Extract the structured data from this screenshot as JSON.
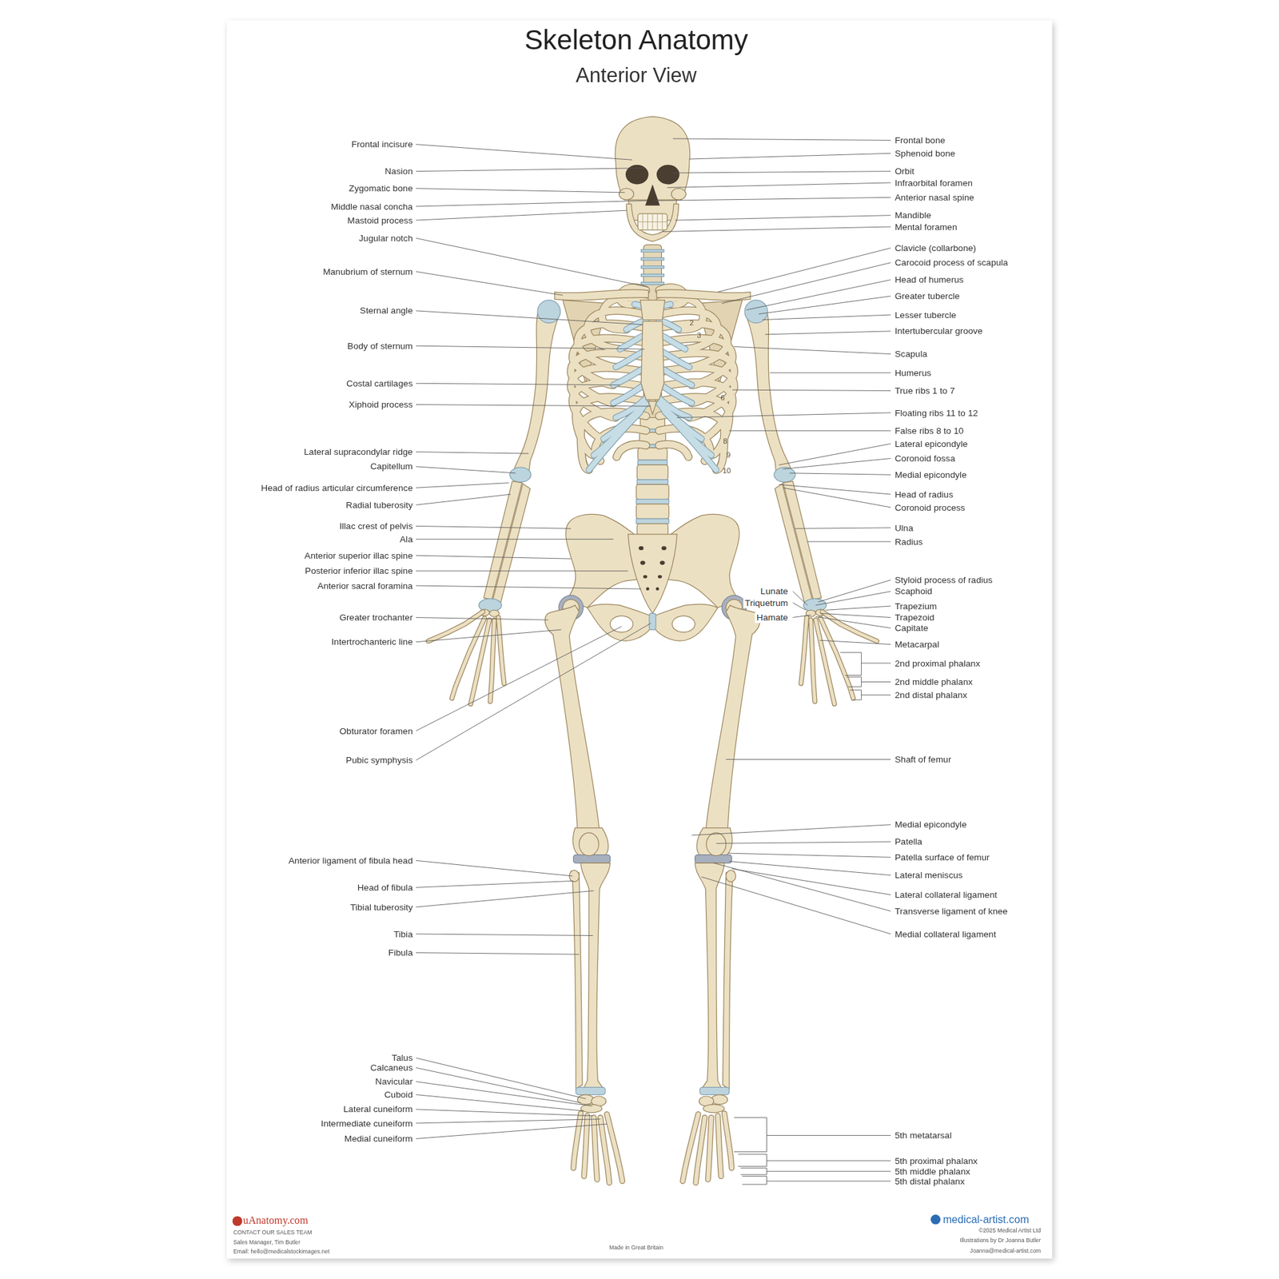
{
  "diagram": {
    "title": "Skeleton Anatomy",
    "labels": [
      "Anterior View",
      "Frontal incisure",
      "Nasion",
      "Zygomatic bone",
      "Middle nasal concha",
      "Mastoid process",
      "Jugular notch",
      "Manubrium of sternum",
      "Sternal angle",
      "Body of sternum",
      "Costal cartilages",
      "Xiphoid process",
      "Lateral supracondylar ridge",
      "Capitellum",
      "Head of radius articular circumference",
      "Radial tuberosity",
      "Illac crest of pelvis",
      "Ala",
      "Anterior superior illac spine",
      "Posterior inferior illac spine",
      "Anterior sacral foramina",
      "Greater trochanter",
      "Intertrochanteric line",
      "Obturator foramen",
      "Pubic symphysis",
      "Anterior ligament of fibula head",
      "Head of fibula",
      "Tibial tuberosity",
      "Tibia",
      "Fibula",
      "Talus",
      "Calcaneus",
      "Navicular",
      "Cuboid",
      "Lateral cuneiform",
      "Intermediate cuneiform",
      "Medial cuneiform",
      "Frontal bone",
      "Sphenoid bone",
      "Orbit",
      "Infraorbital foramen",
      "Anterior nasal spine",
      "Mandible",
      "Mental foramen",
      "Clavicle (collarbone)",
      "Carocoid process of scapula",
      "Head of humerus",
      "Greater tubercle",
      "Lesser tubercle",
      "Intertubercular groove",
      "Scapula",
      "Humerus",
      "True ribs 1 to 7",
      "Floating ribs 11 to 12",
      "False ribs 8 to 10",
      "Lateral epicondyle",
      "Coronoid fossa",
      "Medial epicondyle",
      "Head of radius",
      "Coronoid process",
      "Ulna",
      "Radius",
      "Styloid process of radius",
      "Scaphoid",
      "Trapezium",
      "Trapezoid",
      "Capitate",
      "Metacarpal",
      "2nd proximal phalanx",
      "2nd middle phalanx",
      "2nd distal phalanx",
      "Shaft of femur",
      "Medial epicondyle",
      "Patella",
      "Patella surface of femur",
      "Lateral meniscus",
      "Lateral collateral ligament",
      "Transverse ligament of knee",
      "Medial collateral ligament",
      "5th metatarsal",
      "5th proximal phalanx",
      "5th middle phalanx",
      "5th distal phalanx",
      "Lunate",
      "Triquetrum",
      "Hamate",
      "2",
      "3",
      "6",
      "8",
      "9",
      "10",
      "uAnatomy.com",
      "CONTACT OUR SALES TEAM",
      "Sales Manager, Tim Butler",
      "Email: hello@medicalstockimages.net",
      "Made in Great Britain",
      "medical-artist.com",
      "©2025 Medical Artist Ltd",
      "Illustrations by Dr Joanna Butler",
      "Joanna@medical-artist.com"
    ]
  }
}
